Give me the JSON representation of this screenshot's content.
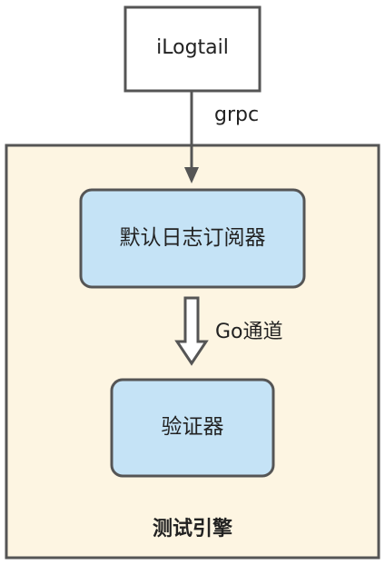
{
  "diagram": {
    "source_node": {
      "label": "iLogtail"
    },
    "edge_source_to_subscriber": {
      "label": "grpc"
    },
    "engine_container": {
      "label": "测试引擎"
    },
    "subscriber_node": {
      "label": "默认日志订阅器"
    },
    "edge_subscriber_to_validator": {
      "label": "Go通道"
    },
    "validator_node": {
      "label": "验证器"
    }
  },
  "colors": {
    "stroke": "#555555",
    "container_fill": "#FDF5E2",
    "node_fill": "#C5E3F6",
    "source_fill": "#FFFFFF",
    "text": "#222222"
  }
}
